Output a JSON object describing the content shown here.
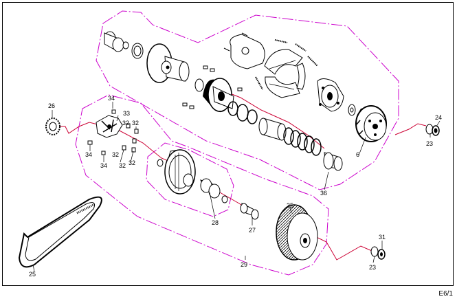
{
  "page_code": "E6/1",
  "colors": {
    "group_outline": "#cc00cc",
    "leader": "#cc0033",
    "ink": "#000000"
  },
  "part_labels": {
    "p6": "6",
    "p23a": "23",
    "p23b": "23",
    "p24": "24",
    "p25": "25",
    "p26": "26",
    "p27": "27",
    "p28": "28",
    "p29": "29",
    "p31": "31",
    "p32a": "32",
    "p32b": "32",
    "p32c": "32",
    "p32d": "32",
    "p32e": "32",
    "p33": "33",
    "p34a": "34",
    "p34b": "34",
    "p34c": "34",
    "p35": "35",
    "p36": "36"
  }
}
